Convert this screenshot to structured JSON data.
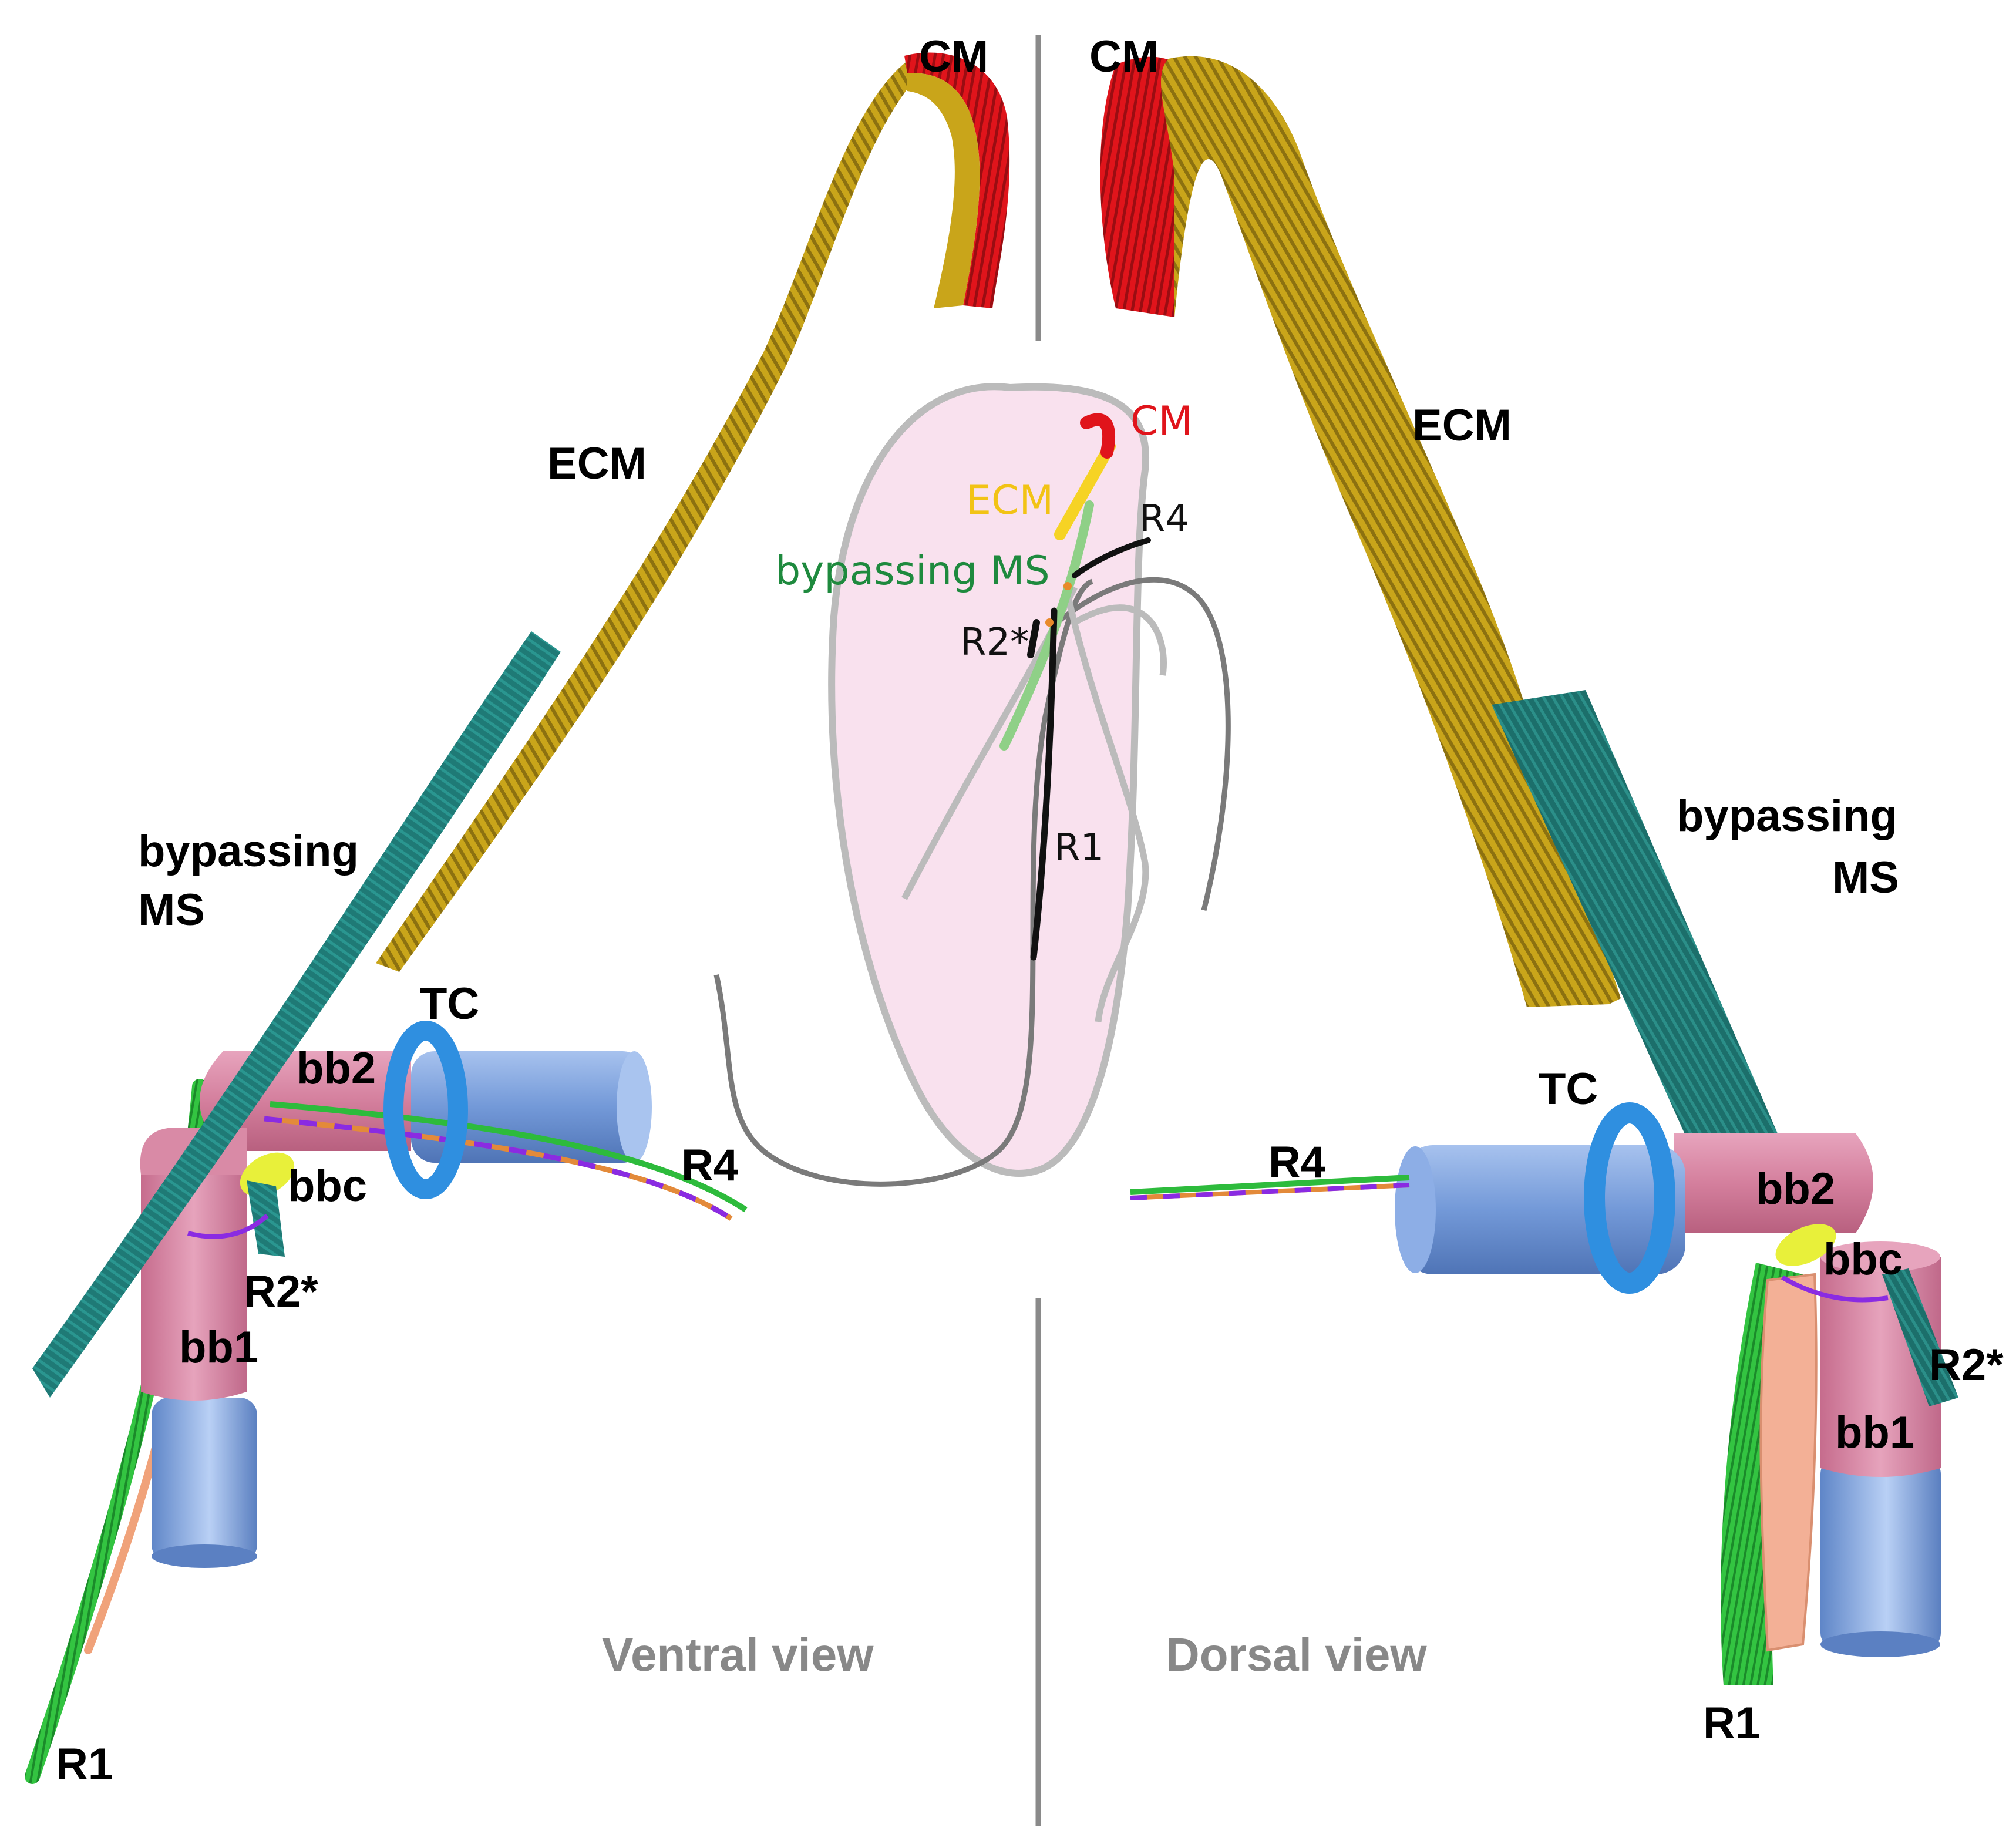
{
  "labels": {
    "cm_left": "CM",
    "cm_right": "CM",
    "ecm_left": "ECM",
    "ecm_right": "ECM",
    "bypassing_left_1": "bypassing",
    "bypassing_left_2": "MS",
    "bypassing_right_1": "bypassing",
    "bypassing_right_2": "MS",
    "tc_left": "TC",
    "tc_right": "TC",
    "bb2_left": "bb2",
    "bb2_right": "bb2",
    "bbc_left": "bbc",
    "bbc_right": "bbc",
    "r4_left": "R4",
    "r4_right": "R4",
    "r2_left": "R2*",
    "r2_right": "R2*",
    "bb1_left": "bb1",
    "bb1_right": "bb1",
    "r1_left": "R1",
    "r1_right": "R1",
    "ventral_view": "Ventral view",
    "dorsal_view": "Dorsal view"
  },
  "cell": {
    "cm": "CM",
    "ecm": "ECM",
    "r4": "R4",
    "bypassing_ms": "bypassing MS",
    "r2": "R2*",
    "r1": "R1"
  },
  "colors": {
    "cm": "#e0141b",
    "ecm": "#d4b21a",
    "ecm_light": "#f6d324",
    "bypassing_ms": "#1f7f7a",
    "bypassing_ms_cell": "#1e8a3e",
    "basal_body_pink": "#d98aa6",
    "basal_body_blue": "#7fa3dc",
    "tc": "#2f8fe0",
    "r1_green": "#2dbb3c",
    "r1_orange": "#f0a27a",
    "cell_fill": "#f9e1ee",
    "cell_outline": "#bbbbbb",
    "divider": "#8a8a8a",
    "view_label": "#888888",
    "bbc": "#e8f03a"
  }
}
